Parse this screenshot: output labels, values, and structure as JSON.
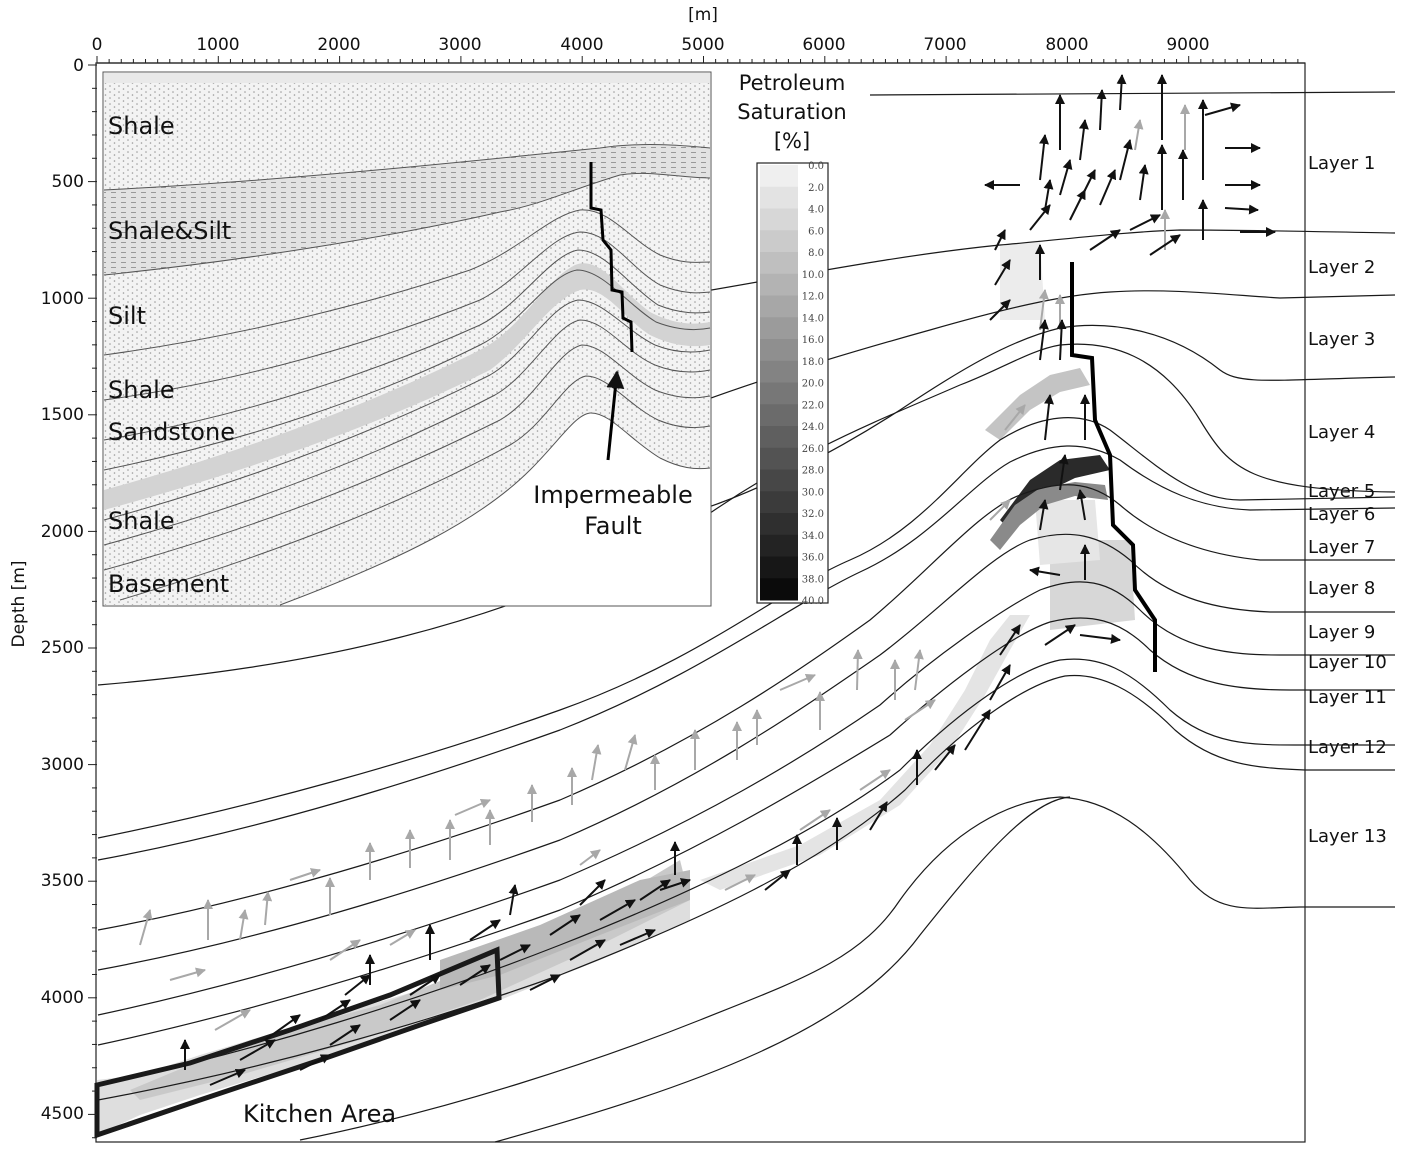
{
  "x_axis": {
    "unit_label": "[m]",
    "ticks": [
      "0",
      "1000",
      "2000",
      "3000",
      "4000",
      "5000",
      "6000",
      "7000",
      "8000",
      "9000"
    ]
  },
  "y_axis": {
    "label": "Depth [m]",
    "ticks": [
      "0",
      "500",
      "1000",
      "1500",
      "2000",
      "2500",
      "3000",
      "3500",
      "4000",
      "4500"
    ]
  },
  "layers": [
    "Layer 1",
    "Layer 2",
    "Layer 3",
    "Layer 4",
    "Layer 5",
    "Layer 6",
    "Layer 7",
    "Layer 8",
    "Layer 9",
    "Layer 10",
    "Layer 11",
    "Layer 12",
    "Layer 13"
  ],
  "legend": {
    "title_lines": [
      "Petroleum",
      "Saturation",
      "[%]"
    ],
    "values": [
      "0.0",
      "2.0",
      "4.0",
      "6.0",
      "8.0",
      "10.0",
      "12.0",
      "14.0",
      "16.0",
      "18.0",
      "20.0",
      "22.0",
      "24.0",
      "26.0",
      "28.0",
      "30.0",
      "32.0",
      "34.0",
      "36.0",
      "38.0",
      "40.0"
    ]
  },
  "inset": {
    "rock_units": [
      "Shale",
      "Shale&Silt",
      "Silt",
      "Shale",
      "Sandstone",
      "Shale",
      "Basement"
    ],
    "fault_label_lines": [
      "Impermeable",
      "Fault"
    ]
  },
  "kitchen_label": "Kitchen Area",
  "colors": {
    "arrow_dark": "#111111",
    "arrow_light": "#a8a8a8",
    "saturation_low": "#f4f4f4",
    "saturation_high": "#0a0a0a"
  }
}
